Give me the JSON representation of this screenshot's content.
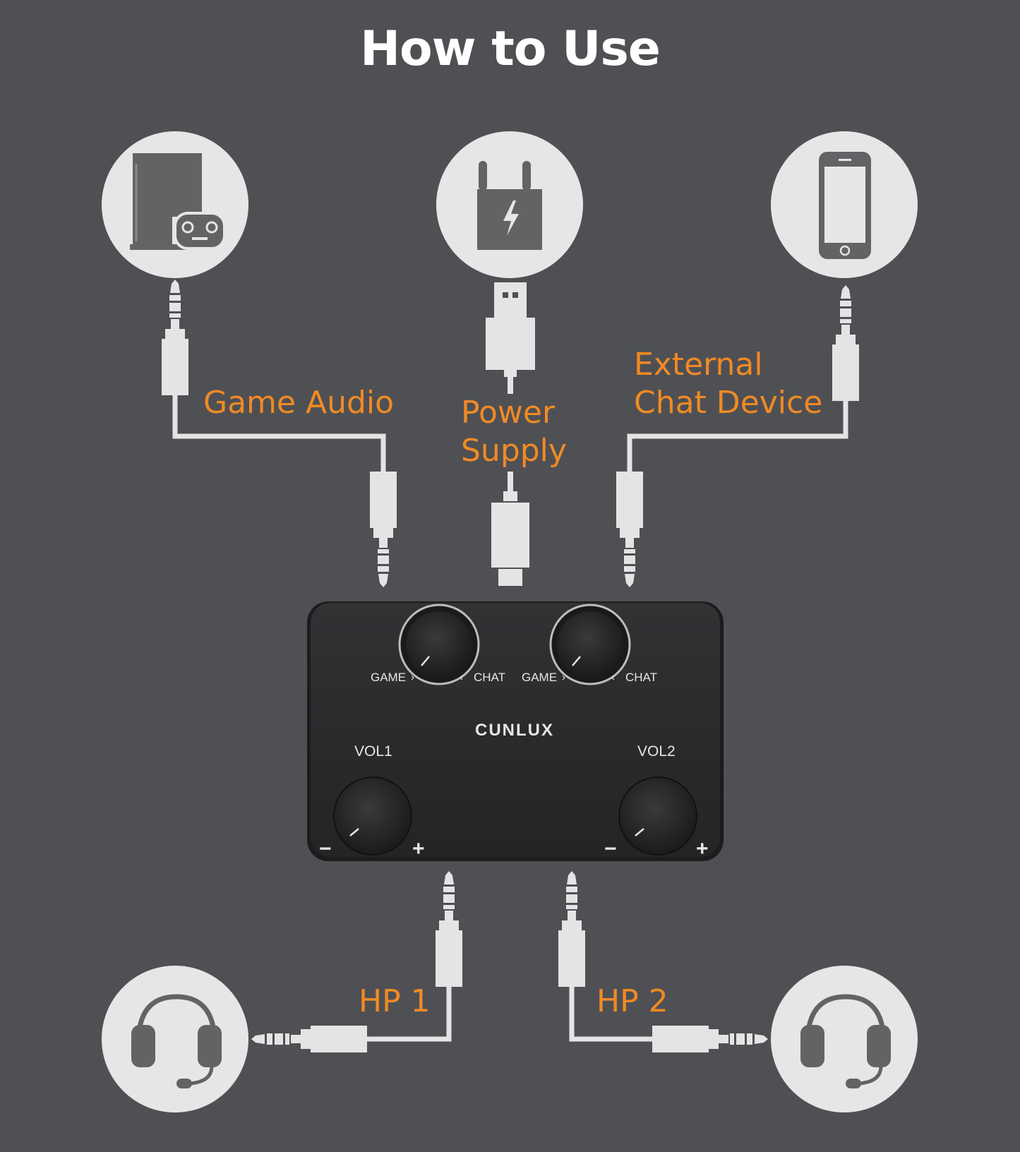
{
  "title": "How to Use",
  "labels": {
    "game_audio": "Game Audio",
    "power_line1": "Power",
    "power_line2": "Supply",
    "external_line1": "External",
    "external_line2": "Chat Device",
    "hp1": "HP 1",
    "hp2": "HP 2"
  },
  "device": {
    "brand": "CUNLUX",
    "knob_left_game": "GAME",
    "knob_left_chat": "CHAT",
    "knob_right_game": "GAME",
    "knob_right_chat": "CHAT",
    "vol1": "VOL1",
    "vol2": "VOL2",
    "minus": "−",
    "plus": "+"
  },
  "icons": {
    "console": "game-console-icon",
    "charger": "power-adapter-icon",
    "phone": "smartphone-icon",
    "headset_left": "headset-icon",
    "headset_right": "headset-icon"
  },
  "colors": {
    "background": "#4f5054",
    "accent": "#f08a24",
    "cable": "#e4e4e4",
    "device": "#2b2b2d"
  }
}
